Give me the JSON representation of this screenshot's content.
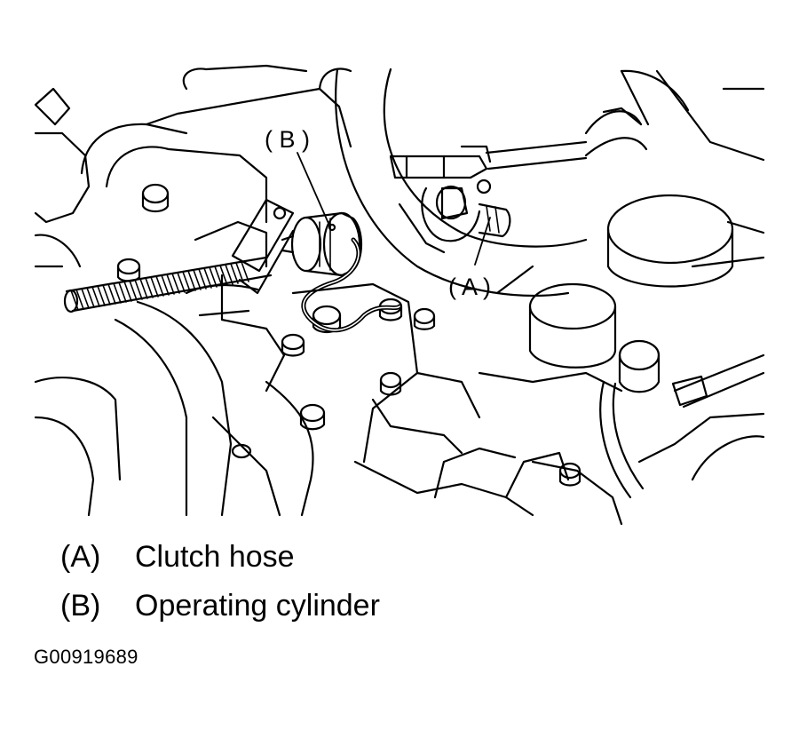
{
  "callouts": {
    "a": "( A )",
    "b": "( B )"
  },
  "legend": [
    {
      "key": "(A)",
      "text": "Clutch hose"
    },
    {
      "key": "(B)",
      "text": "Operating cylinder"
    }
  ],
  "figure_id": "G00919689"
}
